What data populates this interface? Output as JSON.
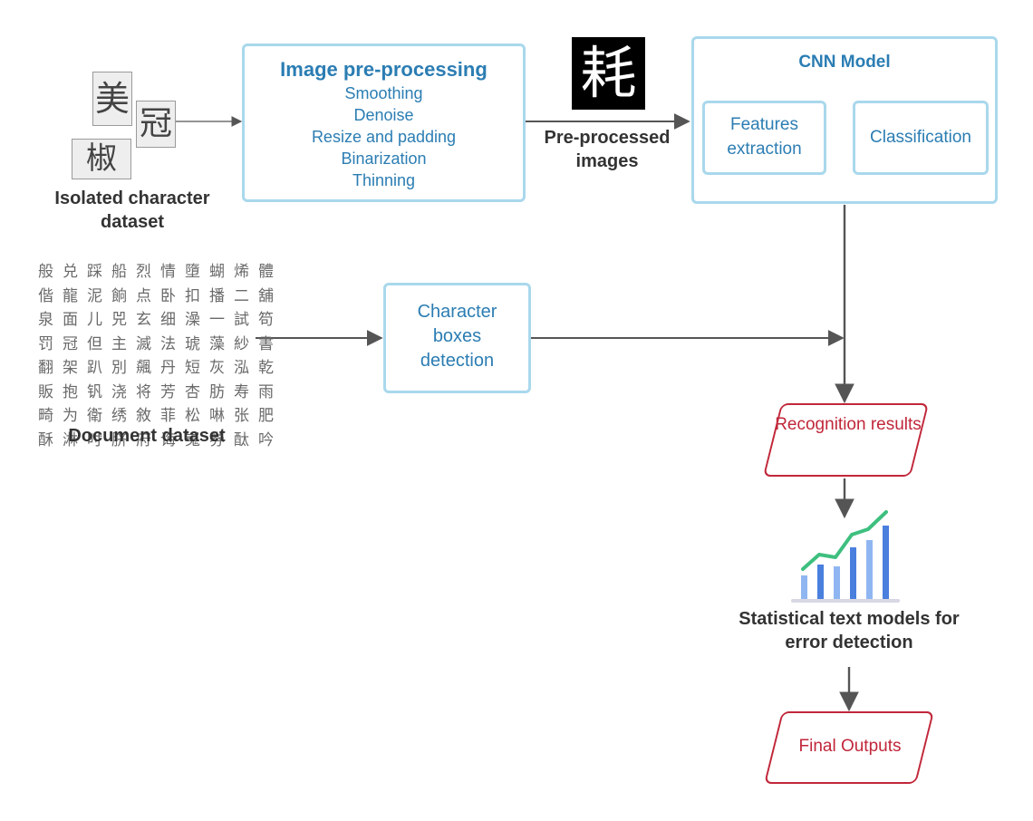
{
  "isolated_dataset": {
    "label": "Isolated character dataset",
    "samples": [
      "美",
      "冠",
      "椒"
    ]
  },
  "document_dataset": {
    "label": "Document dataset"
  },
  "preprocessing": {
    "title": "Image pre-processing",
    "steps": [
      "Smoothing",
      "Denoise",
      "Resize and padding",
      "Binarization",
      "Thinning"
    ]
  },
  "preprocessed": {
    "label": "Pre-processed images",
    "sample": "耗"
  },
  "cnn": {
    "title": "CNN Model",
    "features": "Features extraction",
    "classification": "Classification"
  },
  "char_boxes": {
    "label": "Character boxes detection"
  },
  "recognition": {
    "label": "Recognition results"
  },
  "stats": {
    "label": "Statistical text models for error detection",
    "icon": "bar-chart-icon"
  },
  "final": {
    "label": "Final Outputs"
  },
  "colors": {
    "box_border": "#a9d8ec",
    "text_blue": "#2b7db3",
    "output_red": "#c1273a",
    "arrow": "#555555"
  }
}
